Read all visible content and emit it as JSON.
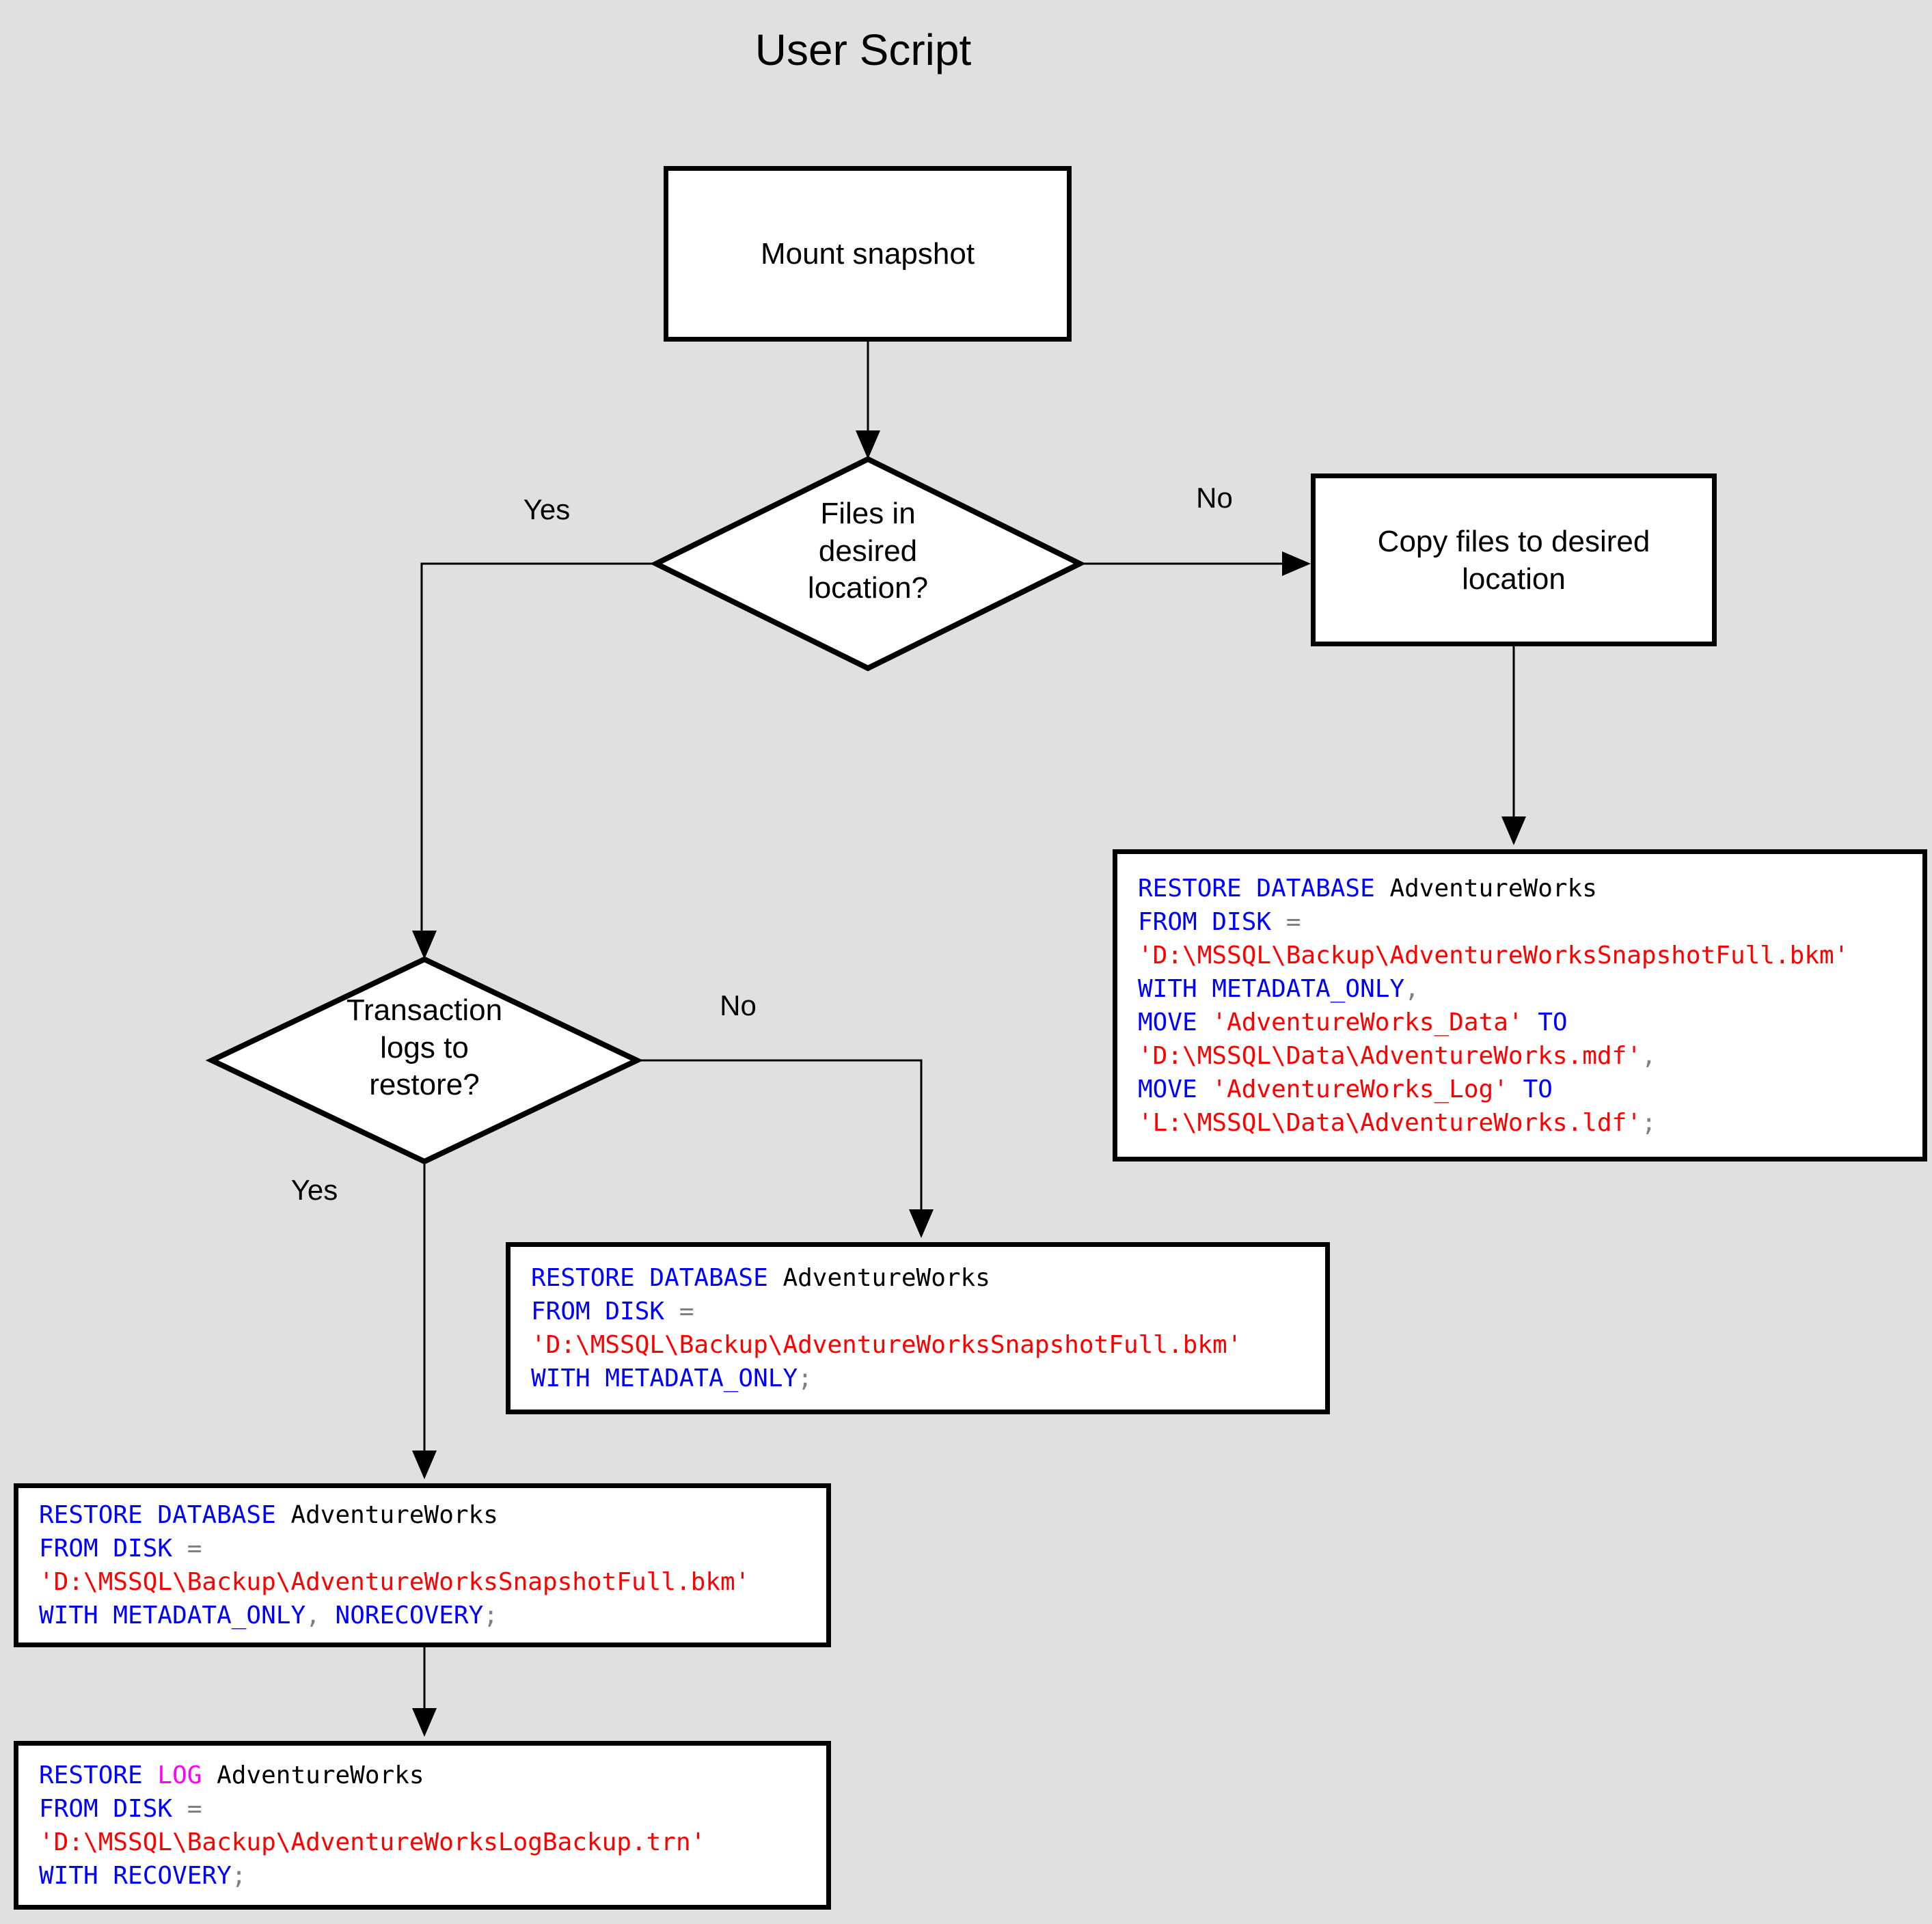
{
  "title": "User Script",
  "colors": {
    "background": "#e0e0e0",
    "node_fill": "#ffffff",
    "line": "#000000",
    "keyword": "#0000ff",
    "string": "#ff0000",
    "operator": "#808080",
    "identifier": "#000000",
    "log_keyword": "#ff00ff"
  },
  "nodes": {
    "mount": {
      "label": "Mount snapshot"
    },
    "files_decision": {
      "lines": [
        "Files in",
        "desired",
        "location?"
      ]
    },
    "copy": {
      "lines": [
        "Copy files to desired",
        "location"
      ]
    },
    "tlogs_decision": {
      "lines": [
        "Transaction",
        "logs to",
        "restore?"
      ]
    }
  },
  "edge_labels": {
    "files_yes": "Yes",
    "files_no": "No",
    "tlogs_yes": "Yes",
    "tlogs_no": "No"
  },
  "code_boxes": {
    "copy_restore": {
      "lines": [
        [
          {
            "t": "RESTORE DATABASE",
            "c": "kw"
          },
          {
            "t": " AdventureWorks",
            "c": "id"
          }
        ],
        [
          {
            "t": "FROM DISK",
            "c": "kw"
          },
          {
            "t": " ",
            "c": "id"
          },
          {
            "t": "=",
            "c": "op"
          }
        ],
        [
          {
            "t": "'D:\\MSSQL\\Backup\\AdventureWorksSnapshotFull.bkm'",
            "c": "str"
          }
        ],
        [
          {
            "t": "WITH METADATA_ONLY",
            "c": "kw"
          },
          {
            "t": ",",
            "c": "op"
          }
        ],
        [
          {
            "t": "MOVE",
            "c": "kw"
          },
          {
            "t": " ",
            "c": "id"
          },
          {
            "t": "'AdventureWorks_Data'",
            "c": "str"
          },
          {
            "t": " ",
            "c": "id"
          },
          {
            "t": "TO",
            "c": "kw"
          }
        ],
        [
          {
            "t": "'D:\\MSSQL\\Data\\AdventureWorks.mdf'",
            "c": "str"
          },
          {
            "t": ",",
            "c": "op"
          }
        ],
        [
          {
            "t": "MOVE",
            "c": "kw"
          },
          {
            "t": " ",
            "c": "id"
          },
          {
            "t": "'AdventureWorks_Log'",
            "c": "str"
          },
          {
            "t": " ",
            "c": "id"
          },
          {
            "t": "TO",
            "c": "kw"
          }
        ],
        [
          {
            "t": "'L:\\MSSQL\\Data\\AdventureWorks.ldf'",
            "c": "str"
          },
          {
            "t": ";",
            "c": "op"
          }
        ]
      ]
    },
    "no_logs_restore": {
      "lines": [
        [
          {
            "t": "RESTORE DATABASE",
            "c": "kw"
          },
          {
            "t": " AdventureWorks",
            "c": "id"
          }
        ],
        [
          {
            "t": "FROM DISK",
            "c": "kw"
          },
          {
            "t": " ",
            "c": "id"
          },
          {
            "t": "=",
            "c": "op"
          }
        ],
        [
          {
            "t": "'D:\\MSSQL\\Backup\\AdventureWorksSnapshotFull.bkm'",
            "c": "str"
          }
        ],
        [
          {
            "t": "WITH METADATA_ONLY",
            "c": "kw"
          },
          {
            "t": ";",
            "c": "op"
          }
        ]
      ]
    },
    "yes_logs_restore": {
      "lines": [
        [
          {
            "t": "RESTORE DATABASE",
            "c": "kw"
          },
          {
            "t": " AdventureWorks",
            "c": "id"
          }
        ],
        [
          {
            "t": "FROM DISK",
            "c": "kw"
          },
          {
            "t": " ",
            "c": "id"
          },
          {
            "t": "=",
            "c": "op"
          }
        ],
        [
          {
            "t": "'D:\\MSSQL\\Backup\\AdventureWorksSnapshotFull.bkm'",
            "c": "str"
          }
        ],
        [
          {
            "t": "WITH METADATA_ONLY",
            "c": "kw"
          },
          {
            "t": ",",
            "c": "op"
          },
          {
            "t": " ",
            "c": "id"
          },
          {
            "t": "NORECOVERY",
            "c": "kw"
          },
          {
            "t": ";",
            "c": "op"
          }
        ]
      ]
    },
    "log_restore": {
      "lines": [
        [
          {
            "t": "RESTORE",
            "c": "kw"
          },
          {
            "t": " ",
            "c": "id"
          },
          {
            "t": "LOG",
            "c": "log"
          },
          {
            "t": " AdventureWorks",
            "c": "id"
          }
        ],
        [
          {
            "t": "FROM DISK",
            "c": "kw"
          },
          {
            "t": " ",
            "c": "id"
          },
          {
            "t": "=",
            "c": "op"
          }
        ],
        [
          {
            "t": "'D:\\MSSQL\\Backup\\AdventureWorksLogBackup.trn'",
            "c": "str"
          }
        ],
        [
          {
            "t": "WITH RECOVERY",
            "c": "kw"
          },
          {
            "t": ";",
            "c": "op"
          }
        ]
      ]
    }
  }
}
